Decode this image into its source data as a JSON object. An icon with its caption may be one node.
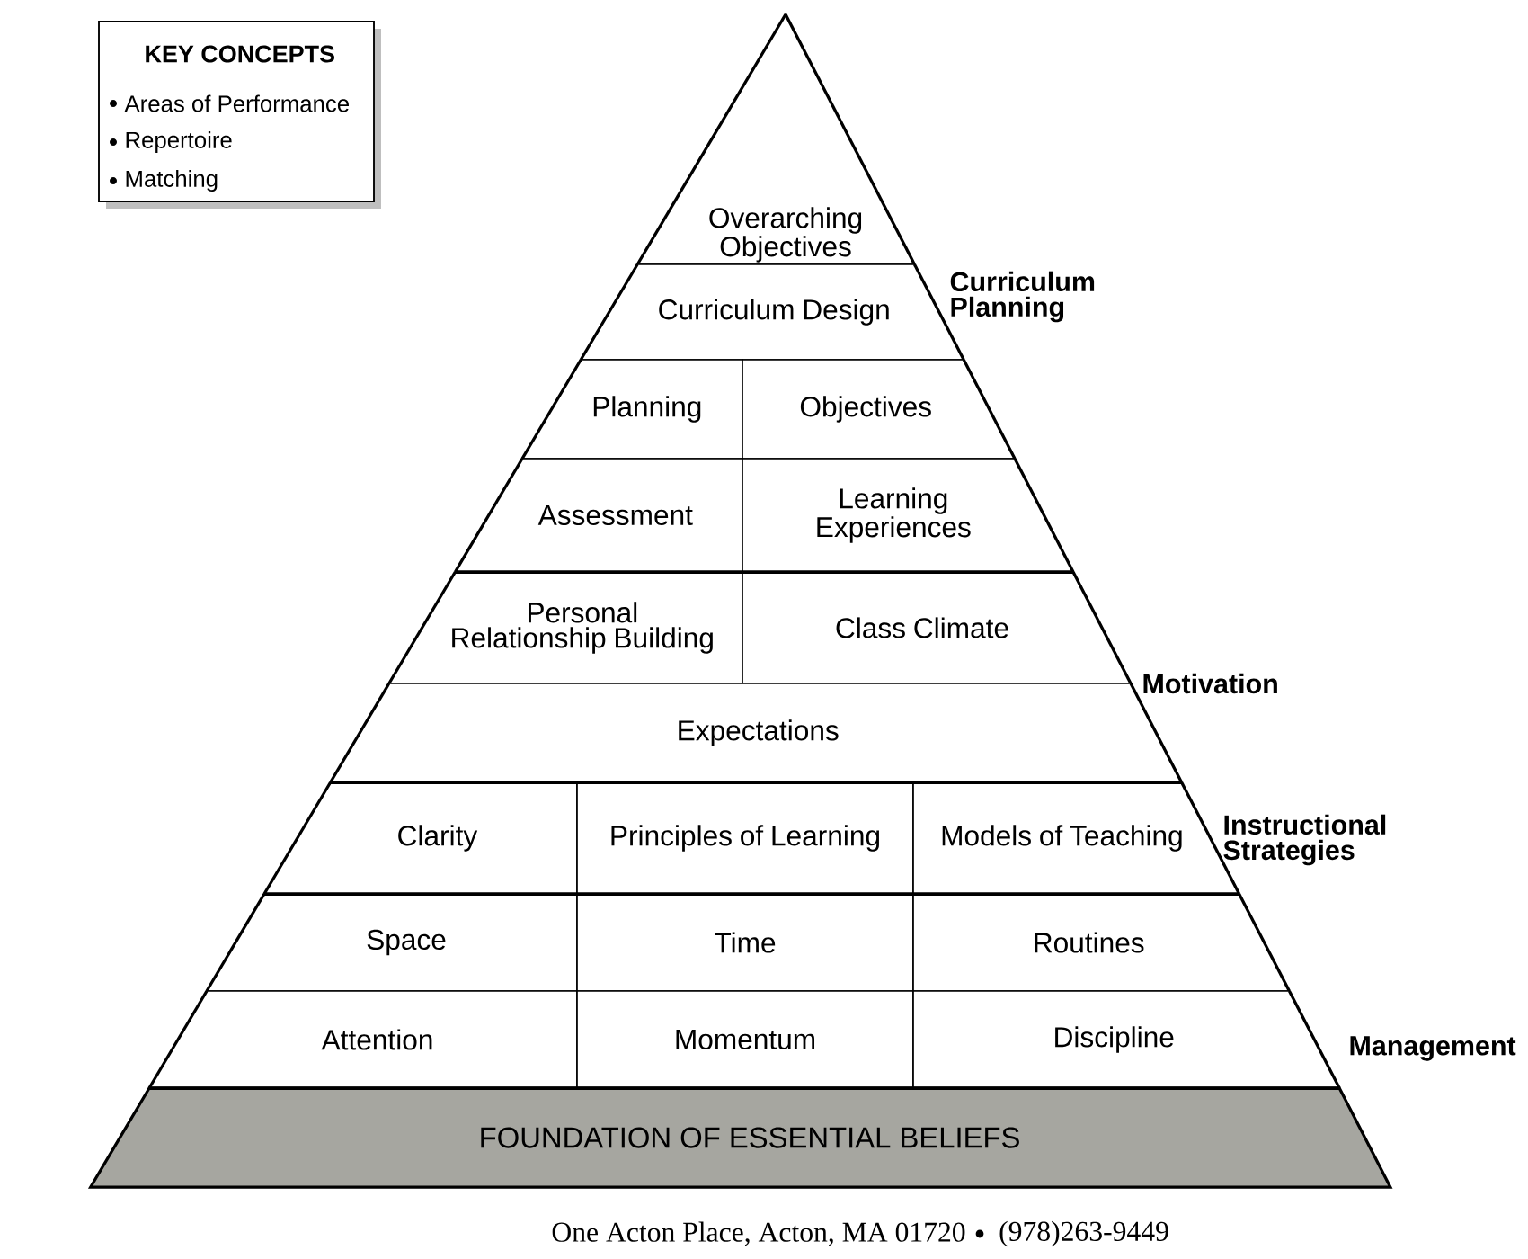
{
  "diagram": {
    "nodes": [
      {
        "text": [
          "KEY CONCEPTS",
          "Areas of Performance",
          "Repertoire",
          "Matching"
        ]
      },
      {
        "text": [
          "Overarching Objectives"
        ]
      },
      {
        "text": [
          "Curriculum Design"
        ]
      },
      {
        "text": [
          "Planning"
        ]
      },
      {
        "text": [
          "Objectives"
        ]
      },
      {
        "text": [
          "Assessment"
        ]
      },
      {
        "text": [
          "Learning Experiences"
        ]
      },
      {
        "text": [
          "Personal Relationship Building"
        ]
      },
      {
        "text": [
          "Class Climate"
        ]
      },
      {
        "text": [
          "Expectations"
        ]
      },
      {
        "text": [
          "Clarity"
        ]
      },
      {
        "text": [
          "Principles of Learning"
        ]
      },
      {
        "text": [
          "Models of Teaching"
        ]
      },
      {
        "text": [
          "Space"
        ]
      },
      {
        "text": [
          "Time"
        ]
      },
      {
        "text": [
          "Routines"
        ]
      },
      {
        "text": [
          "Attention"
        ]
      },
      {
        "text": [
          "Momentum"
        ]
      },
      {
        "text": [
          "Discipline"
        ]
      },
      {
        "text": [
          "FOUNDATION OF ESSENTIAL BELIEFS"
        ]
      }
    ],
    "labels": [
      "Curriculum Planning",
      "Motivation",
      "Instructional Strategies",
      "Management",
      "One Acton Place, Acton, MA 01720",
      "(978)263-9449"
    ]
  }
}
